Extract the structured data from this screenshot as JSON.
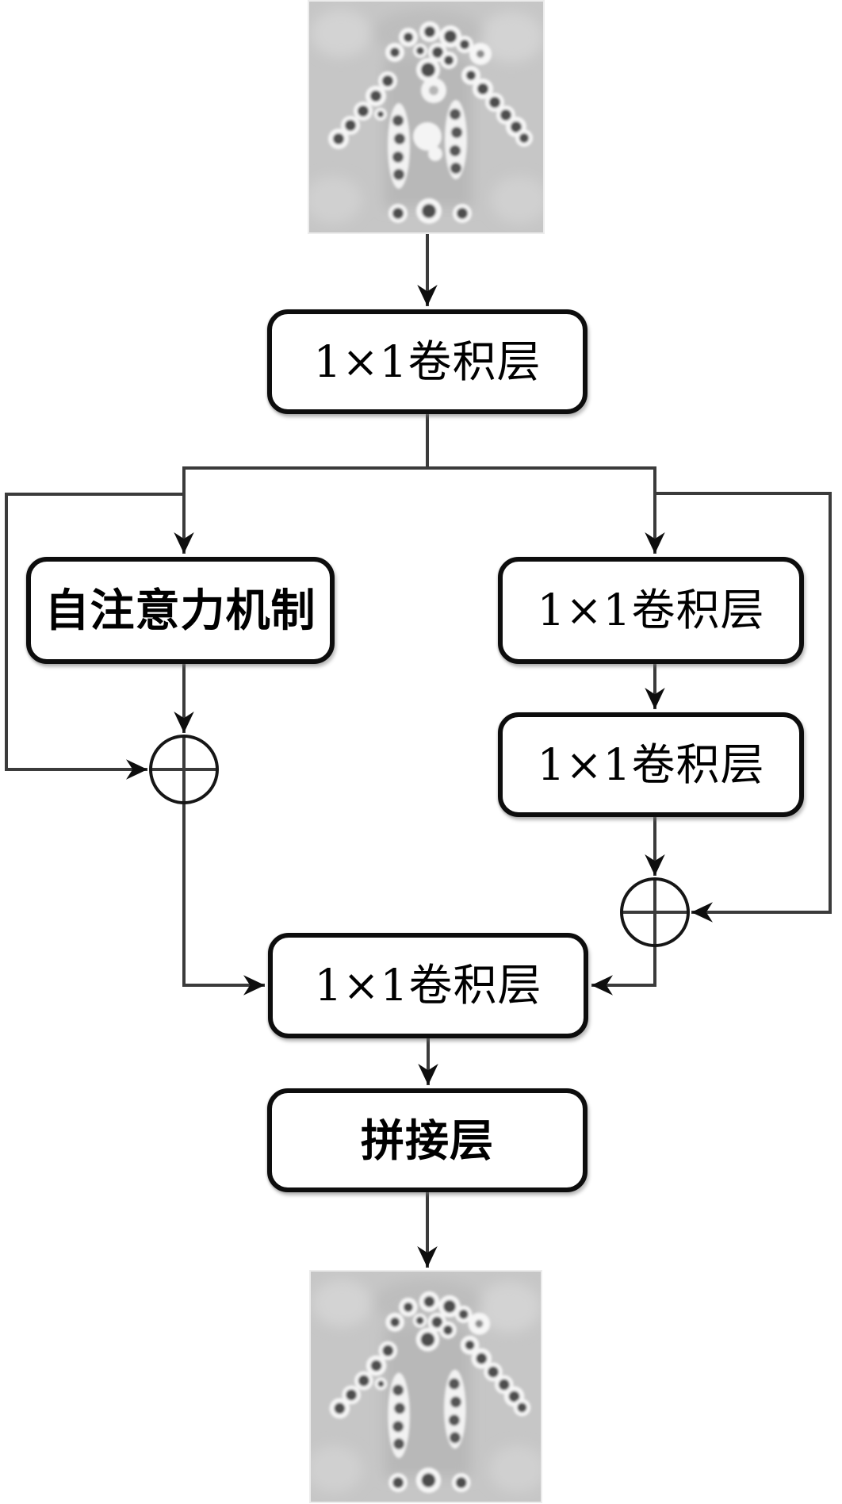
{
  "nodes": {
    "input_image": {
      "name": "pose-heatmap-input"
    },
    "conv_top": {
      "label": "1×1卷积层"
    },
    "attention": {
      "label": "自注意力机制"
    },
    "conv_right_1": {
      "label": "1×1卷积层"
    },
    "conv_right_2": {
      "label": "1×1卷积层"
    },
    "conv_merge": {
      "label": "1×1卷积层"
    },
    "concat": {
      "label": "拼接层"
    },
    "output_image": {
      "name": "pose-heatmap-output"
    }
  },
  "operators": [
    {
      "name": "add-operator-left",
      "symbol": "⊕"
    },
    {
      "name": "add-operator-right",
      "symbol": "⊕"
    }
  ],
  "colors": {
    "background": "#ffffff",
    "line": "#3b3b3b",
    "arrowhead": "#0e0e0e",
    "box_border": "#0d0d0d",
    "heatmap_background": "#c6c6c6"
  }
}
